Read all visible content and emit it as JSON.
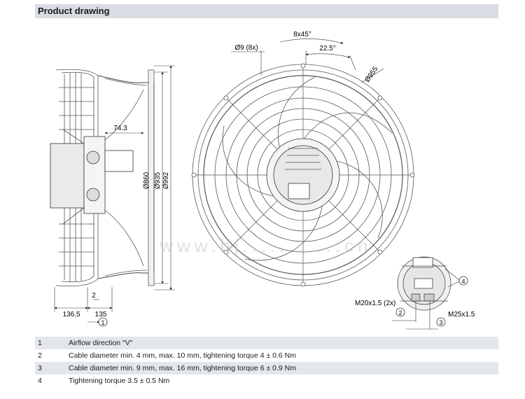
{
  "header": {
    "title": "Product drawing"
  },
  "side_view": {
    "dim_depth_top": "74.3",
    "dim_860": "Ø860",
    "dim_935": "Ø935",
    "dim_992": "Ø992",
    "dim_2": "2",
    "dim_136_5": "136.5",
    "dim_135": "135",
    "callout_1": "1"
  },
  "front_view": {
    "holes": "Ø9 (8x)",
    "angle_total": "8x45°",
    "angle_half": "22.5°",
    "diameter": "Ø955"
  },
  "detail_view": {
    "callout_4": "4",
    "m20_label": "M20x1.5 (2x)",
    "m25_label": "M25x1.5",
    "callout_2": "2",
    "callout_3": "3"
  },
  "watermark": {
    "text": "www.bj...........cn"
  },
  "legend": [
    {
      "num": "1",
      "text": "Airflow direction \"V\""
    },
    {
      "num": "2",
      "text": "Cable diameter min. 4 mm, max. 10 mm, tightening torque 4 ± 0.6 Nm"
    },
    {
      "num": "3",
      "text": "Cable diameter min. 9 mm, max. 16 mm, tightening torque 6 ± 0.9 Nm"
    },
    {
      "num": "4",
      "text": "Tightening torque 3.5 ± 0.5 Nm"
    }
  ],
  "colors": {
    "line": "#555555",
    "header_bg": "#d9dde3",
    "row_bg": "#e3e6ea"
  }
}
